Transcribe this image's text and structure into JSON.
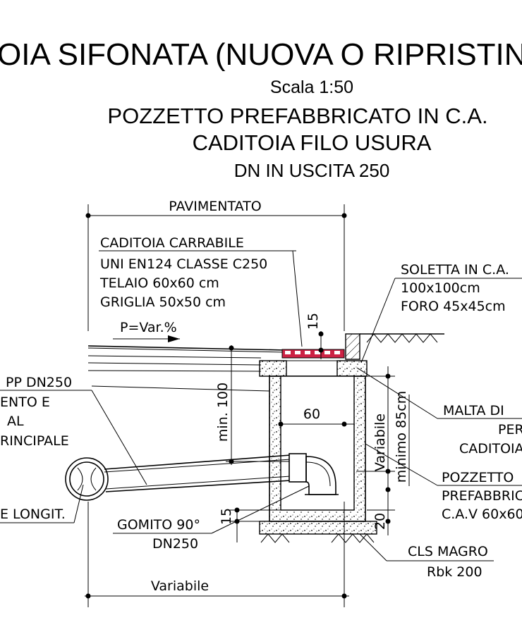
{
  "titles": {
    "main": "OIA SIFONATA (NUOVA O RIPRISTINO",
    "scale": "Scala 1:50",
    "line1": "POZZETTO PREFABBRICATO IN C.A.",
    "line2": "CADITOIA FILO USURA",
    "line3": "DN IN USCITA 250"
  },
  "labels": {
    "pavimentato": "PAVIMENTATO",
    "caditoia": [
      "CADITOIA CARRABILE",
      "UNI EN124 CLASSE C250",
      "TELAIO 60x60 cm",
      "GRIGLIA 50x50 cm"
    ],
    "slope": "P=Var.%",
    "soletta": [
      "SOLETTA IN C.A.",
      "100x100cm",
      "FORO 45x45cm"
    ],
    "dim15_top": "15",
    "dim100": "min. 100",
    "dim60": "60",
    "variabile_side": [
      "Variabile",
      "minimo 85cm"
    ],
    "pipe": [
      "PP DN250",
      "ENTO E",
      "AL",
      "RINCIPALE"
    ],
    "malta": [
      "MALTA DI",
      "PER",
      "CADITOIA"
    ],
    "pozzetto": [
      "POZZETTO",
      "PREFABBRIC",
      "C.A.V 60x60"
    ],
    "longit": "E LONGIT.",
    "gomito": [
      "GOMITO 90°",
      "DN250"
    ],
    "dim15_bottom": "15",
    "dim20": "20",
    "cls": [
      "CLS MAGRO",
      "Rbk 200"
    ],
    "variabile_bottom": "Variabile"
  },
  "colors": {
    "grate": "#cc2244",
    "ink": "#000000"
  }
}
